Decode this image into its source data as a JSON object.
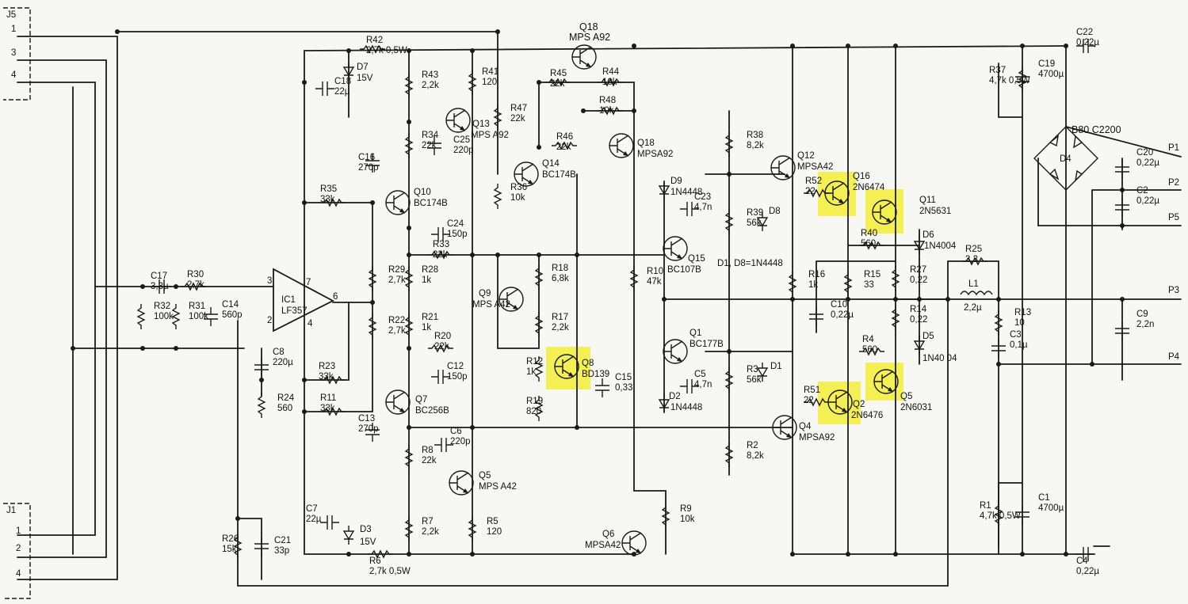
{
  "connectors": {
    "j5": {
      "name": "J5",
      "pins": [
        "1",
        "3",
        "4"
      ]
    },
    "j1": {
      "name": "J1",
      "pins": [
        "1",
        "2",
        "4"
      ]
    },
    "outputs": [
      "P1",
      "P2",
      "P5",
      "P3",
      "P4"
    ]
  },
  "transistors": [
    {
      "ref": "Q18",
      "type": "MPS A92"
    },
    {
      "ref": "Q13",
      "type": "MPS A92"
    },
    {
      "ref": "Q14",
      "type": "BC174B"
    },
    {
      "ref": "Q18",
      "type": "MPSA92"
    },
    {
      "ref": "Q10",
      "type": "BC174B"
    },
    {
      "ref": "Q9",
      "type": "MPS A42"
    },
    {
      "ref": "Q8",
      "type": "BD139"
    },
    {
      "ref": "Q7",
      "type": "BC256B"
    },
    {
      "ref": "Q5",
      "type": "MPS A42"
    },
    {
      "ref": "Q6",
      "type": "MPSA42"
    },
    {
      "ref": "Q15",
      "type": "BC107B"
    },
    {
      "ref": "Q1",
      "type": "BC177B"
    },
    {
      "ref": "Q12",
      "type": "MPSA42"
    },
    {
      "ref": "Q16",
      "type": "2N6474"
    },
    {
      "ref": "Q11",
      "type": "2N5631"
    },
    {
      "ref": "Q4",
      "type": "MPSA92"
    },
    {
      "ref": "Q2",
      "type": "2N6476"
    },
    {
      "ref": "Q5",
      "type": "2N6031"
    }
  ],
  "ic": {
    "ref": "IC1",
    "type": "LF357",
    "pins": [
      "3",
      "2",
      "7",
      "4",
      "6"
    ]
  },
  "resistors": [
    {
      "ref": "R42",
      "value": "2,7k 0,5W"
    },
    {
      "ref": "R43",
      "value": "2,2k"
    },
    {
      "ref": "R41",
      "value": "120"
    },
    {
      "ref": "R47",
      "value": "22k"
    },
    {
      "ref": "R45",
      "value": "22k"
    },
    {
      "ref": "R44",
      "value": "10k"
    },
    {
      "ref": "R48",
      "value": "10k"
    },
    {
      "ref": "R46",
      "value": "22k"
    },
    {
      "ref": "R34",
      "value": "22k"
    },
    {
      "ref": "R36",
      "value": "10k"
    },
    {
      "ref": "R35",
      "value": "33k"
    },
    {
      "ref": "R33",
      "value": "22k"
    },
    {
      "ref": "R29",
      "value": "2,7k"
    },
    {
      "ref": "R28",
      "value": "1k"
    },
    {
      "ref": "R18",
      "value": "6,8k"
    },
    {
      "ref": "R17",
      "value": "2,2k"
    },
    {
      "ref": "R30",
      "value": "2,7k"
    },
    {
      "ref": "R32",
      "value": "100k"
    },
    {
      "ref": "R31",
      "value": "100k"
    },
    {
      "ref": "R22",
      "value": "2,7k"
    },
    {
      "ref": "R21",
      "value": "1k"
    },
    {
      "ref": "R20",
      "value": "22k"
    },
    {
      "ref": "R12",
      "value": "1k"
    },
    {
      "ref": "R19",
      "value": "820"
    },
    {
      "ref": "R23",
      "value": "33k"
    },
    {
      "ref": "R11",
      "value": "33k"
    },
    {
      "ref": "R24",
      "value": "560"
    },
    {
      "ref": "R8",
      "value": "22k"
    },
    {
      "ref": "R7",
      "value": "2,2k"
    },
    {
      "ref": "R5",
      "value": "120"
    },
    {
      "ref": "R6",
      "value": "2,7k 0,5W"
    },
    {
      "ref": "R26",
      "value": "15k"
    },
    {
      "ref": "R10",
      "value": "47k"
    },
    {
      "ref": "R9",
      "value": "10k"
    },
    {
      "ref": "R38",
      "value": "8,2k"
    },
    {
      "ref": "R39",
      "value": "56k"
    },
    {
      "ref": "R52",
      "value": "22"
    },
    {
      "ref": "R40",
      "value": "560"
    },
    {
      "ref": "R16",
      "value": "1k"
    },
    {
      "ref": "R15",
      "value": "33"
    },
    {
      "ref": "R27",
      "value": "0,22"
    },
    {
      "ref": "R14",
      "value": "0,22"
    },
    {
      "ref": "R4",
      "value": "560"
    },
    {
      "ref": "R3",
      "value": "56k"
    },
    {
      "ref": "R51",
      "value": "22"
    },
    {
      "ref": "R2",
      "value": "8,2k"
    },
    {
      "ref": "R25",
      "value": "3,3"
    },
    {
      "ref": "R13",
      "value": "10"
    },
    {
      "ref": "R37",
      "value": "4,7k 0,5W"
    },
    {
      "ref": "R1",
      "value": "4,7k 0,5W"
    }
  ],
  "capacitors": [
    {
      "ref": "C18",
      "value": "22µ"
    },
    {
      "ref": "C16",
      "value": "270p"
    },
    {
      "ref": "C25",
      "value": "220p"
    },
    {
      "ref": "C24",
      "value": "150p"
    },
    {
      "ref": "C17",
      "value": "3,3µ"
    },
    {
      "ref": "C14",
      "value": "560p"
    },
    {
      "ref": "C8",
      "value": "220µ"
    },
    {
      "ref": "C12",
      "value": "150p"
    },
    {
      "ref": "C13",
      "value": "270p"
    },
    {
      "ref": "C15",
      "value": "0,33"
    },
    {
      "ref": "C6",
      "value": "220p"
    },
    {
      "ref": "C7",
      "value": "22µ"
    },
    {
      "ref": "C21",
      "value": "33p"
    },
    {
      "ref": "C23",
      "value": "4,7n"
    },
    {
      "ref": "C5",
      "value": "4,7n"
    },
    {
      "ref": "C10",
      "value": "0,22µ"
    },
    {
      "ref": "C22",
      "value": "0,22µ"
    },
    {
      "ref": "C19",
      "value": "4700µ"
    },
    {
      "ref": "C20",
      "value": "0,22µ"
    },
    {
      "ref": "C2",
      "value": "0,22µ"
    },
    {
      "ref": "C9",
      "value": "2,2n"
    },
    {
      "ref": "C3",
      "value": "0,1µ"
    },
    {
      "ref": "C1",
      "value": "4700µ"
    },
    {
      "ref": "C4",
      "value": "0,22µ"
    }
  ],
  "diodes": [
    {
      "ref": "D7",
      "type": "15V"
    },
    {
      "ref": "D3",
      "type": "15V"
    },
    {
      "ref": "D9",
      "type": "1N4448"
    },
    {
      "ref": "D2",
      "type": "1N4448"
    },
    {
      "ref": "D8",
      "type": ""
    },
    {
      "ref": "D1",
      "type": ""
    },
    {
      "ref": "D6",
      "type": "1N4004"
    },
    {
      "ref": "D5",
      "type": "1N40 04"
    },
    {
      "ref": "D4",
      "type": "B80 C2200"
    }
  ],
  "notes": {
    "diode_note": "D1, D8=1N4448",
    "inductor": "L1",
    "inductor_value": "2,2µ"
  },
  "highlight_color": "#f3ee37"
}
